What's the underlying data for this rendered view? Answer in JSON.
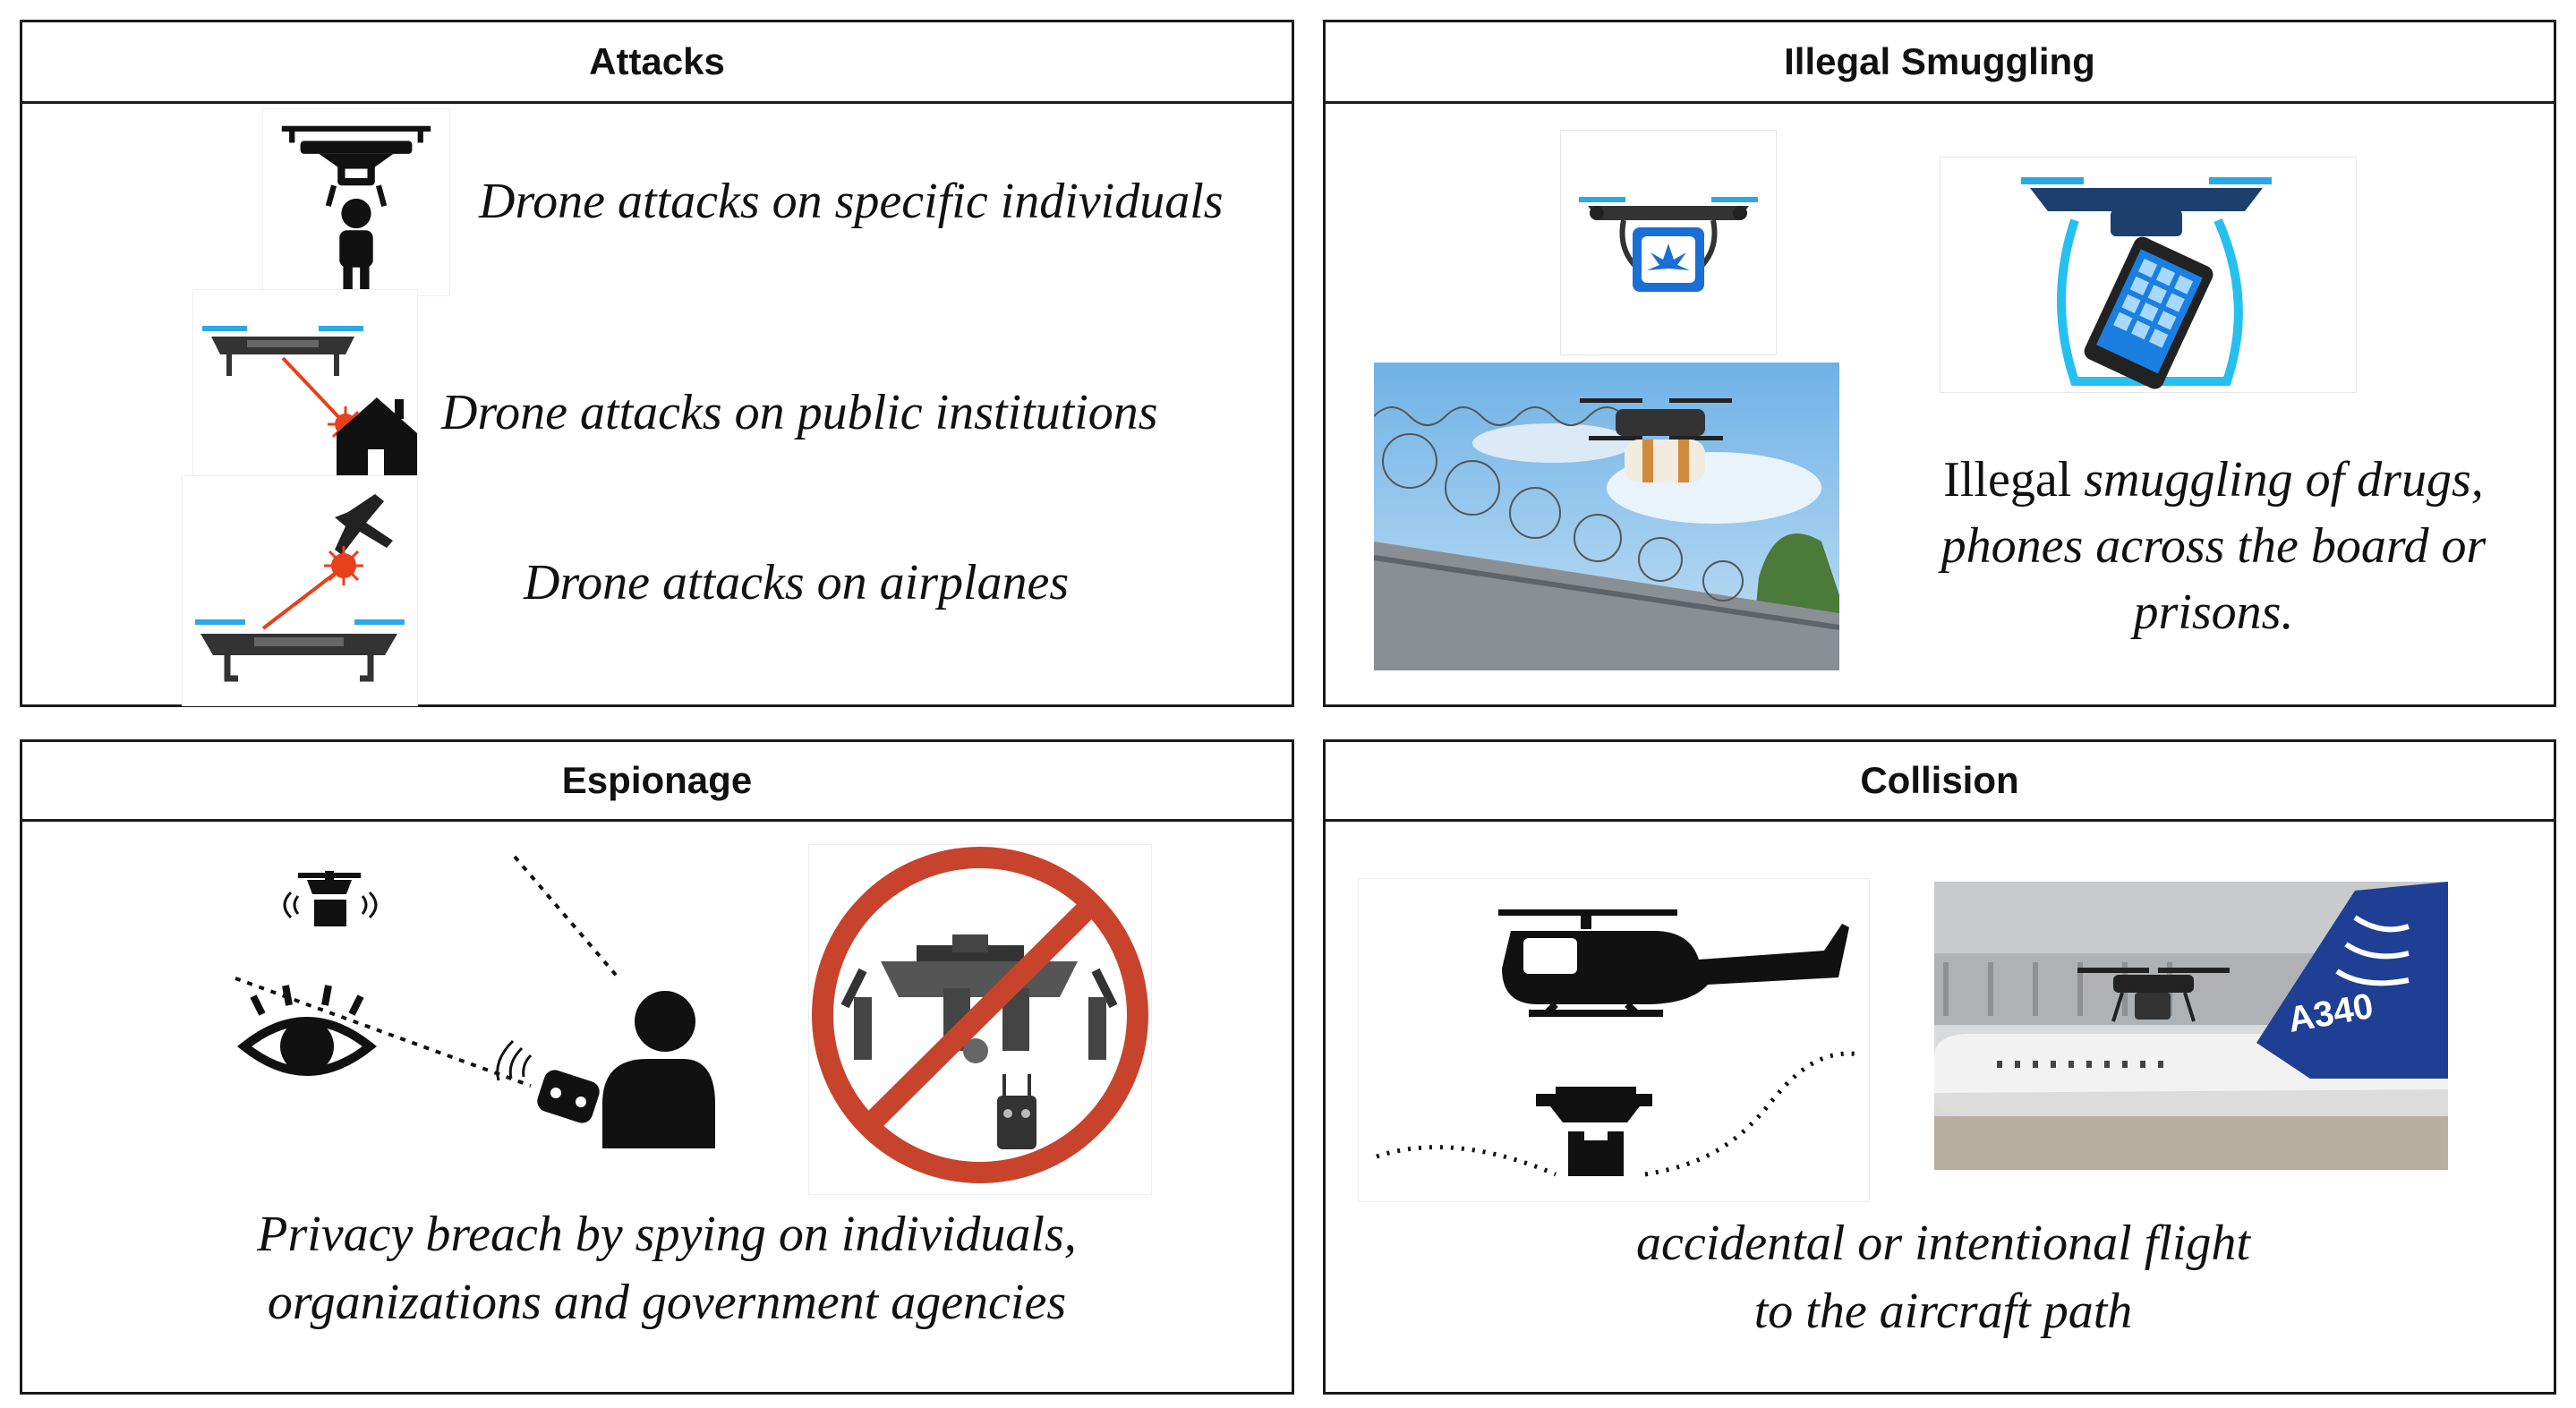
{
  "panels": {
    "attacks": {
      "title": "Attacks",
      "captions": [
        "Drone attacks on specific individuals",
        "Drone attacks on public institutions",
        "Drone attacks on airplanes"
      ]
    },
    "smuggling": {
      "title": "Illegal Smuggling",
      "caption_prefix": "Illegal",
      "caption_line1_rest": " smuggling of drugs,",
      "caption_line2": "phones across the board or",
      "caption_line3": "prisons."
    },
    "espionage": {
      "title": "Espionage",
      "caption_line1": "Privacy breach by spying on individuals,",
      "caption_line2": "organizations and government agencies"
    },
    "collision": {
      "title": "Collision",
      "caption_line1": "accidental or intentional flight",
      "caption_line2": "to the aircraft path",
      "airplane_livery": "A340"
    }
  },
  "icons": [
    "drone-carrying-person-icon",
    "drone-laser-house-icon",
    "drone-laser-airplane-icon",
    "drone-cannabis-package-icon",
    "drone-carrying-phone-icon",
    "prison-drone-photo",
    "spy-drone-eye-controller-icon",
    "no-drone-sign-icon",
    "helicopter-drone-collision-icon",
    "drone-near-airliner-photo"
  ],
  "colors": {
    "border": "#1a1a1a",
    "rotor_blue": "#2aa8e8",
    "laser_red": "#e8401c",
    "no_sign_red": "#c8432b",
    "phone_blue": "#1a6fd6",
    "airbus_blue": "#1f3f95"
  }
}
